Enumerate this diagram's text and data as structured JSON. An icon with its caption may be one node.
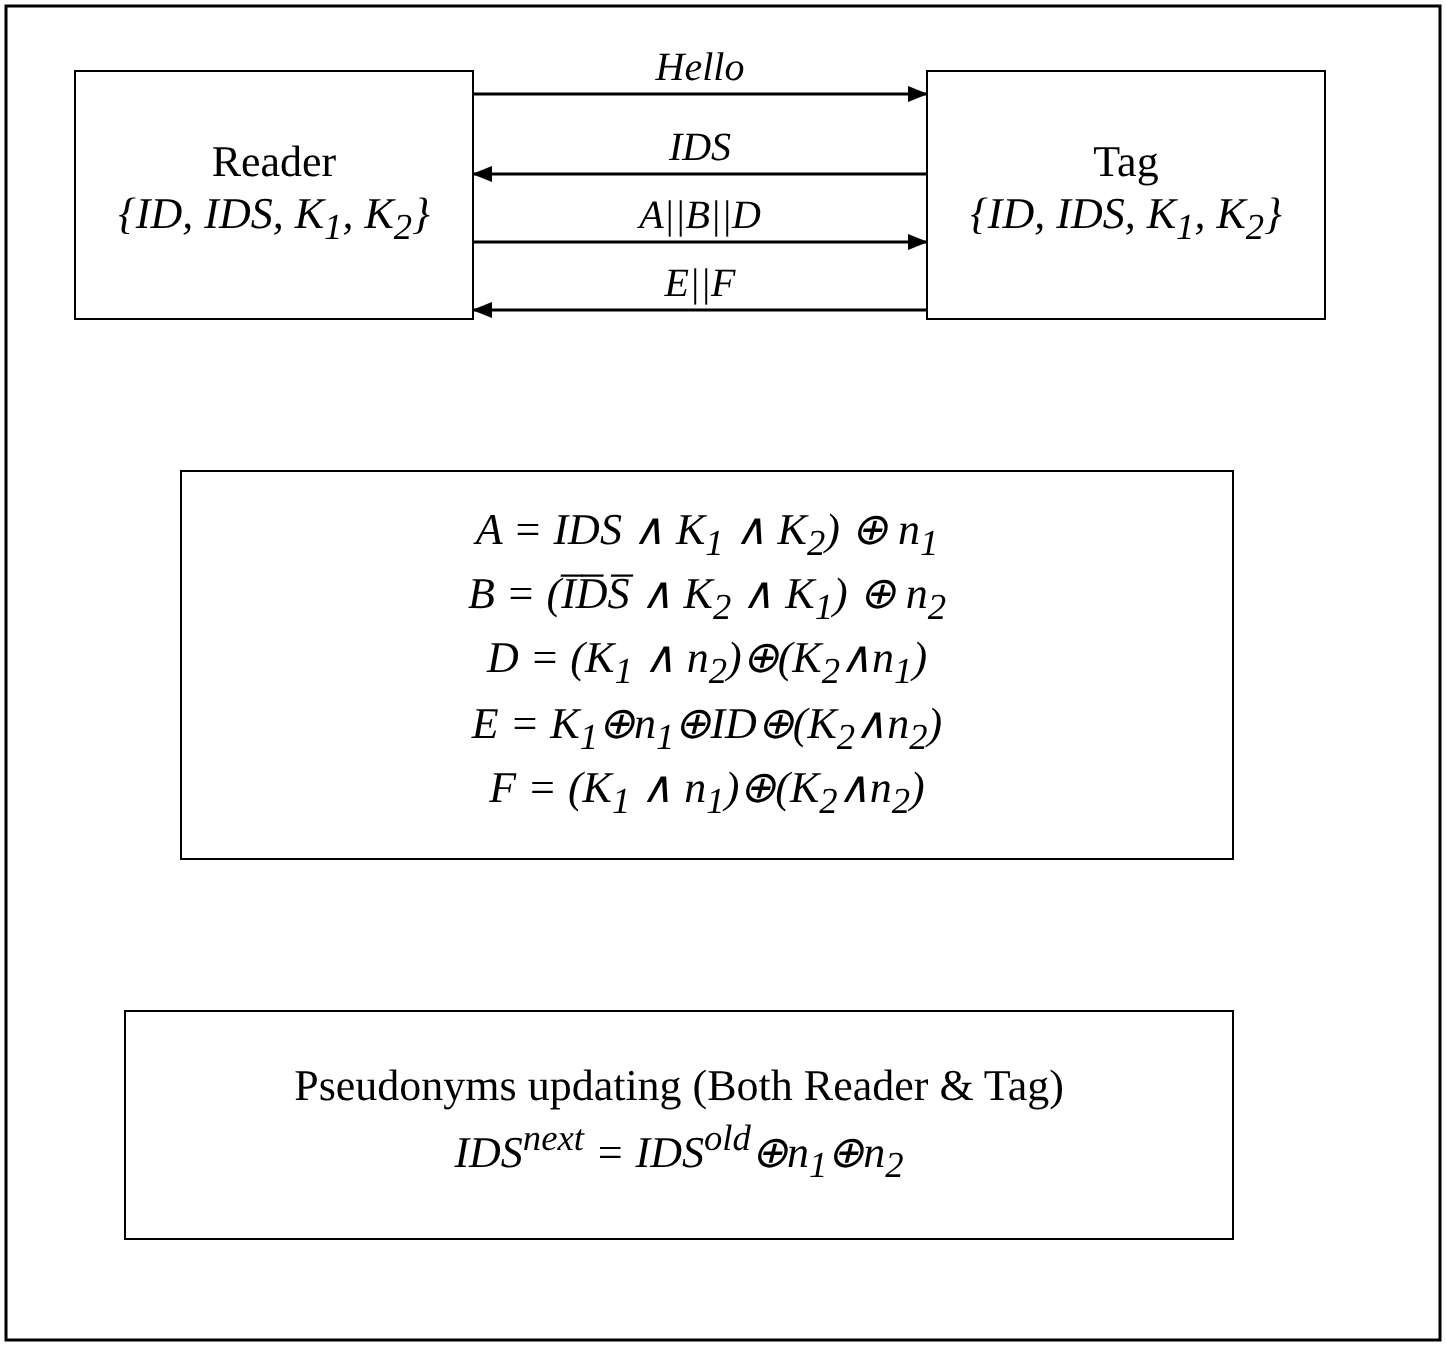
{
  "diagram": {
    "nodes": [
      {
        "text": [
          "Reader",
          "{ID, IDS, K$_{1}$, K$_{2}$}"
        ]
      },
      {
        "text": [
          "Tag",
          "{ID, IDS, K$_{1}$, K$_{2}$}"
        ]
      },
      {
        "text": [
          "A = IDS ∧ K$_{1}$ ∧ K$_{2}$) ⊕ n$_{1}$",
          "B = (I̅D̅S̅ ∧ K$_{2}$ ∧ K$_{1}$) ⊕ n$_{2}$",
          "D = (K$_{1}$ ∧ n$_{2}$)⊕(K$_{2}$∧n$_{1}$)",
          "E = K$_{1}$⊕n$_{1}$⊕ID⊕(K$_{2}$∧n$_{2}$)",
          "F = (K$_{1}$ ∧ n$_{1}$)⊕(K$_{2}$∧n$_{2}$)"
        ]
      },
      {
        "text": [
          "Pseudonyms updating (Both Reader & Tag)",
          "IDS$^{next}$ = IDS$^{old}$⊕n$_{1}$⊕n$_{2}$"
        ]
      }
    ],
    "edges": [
      {
        "from": 0,
        "to": 1,
        "arrow": "to",
        "label": "Hello"
      },
      {
        "from": 1,
        "to": 0,
        "arrow": "to",
        "label": "IDS"
      },
      {
        "from": 0,
        "to": 1,
        "arrow": "to",
        "label": "A||B||D"
      },
      {
        "from": 1,
        "to": 0,
        "arrow": "to",
        "label": "E||F"
      }
    ]
  }
}
